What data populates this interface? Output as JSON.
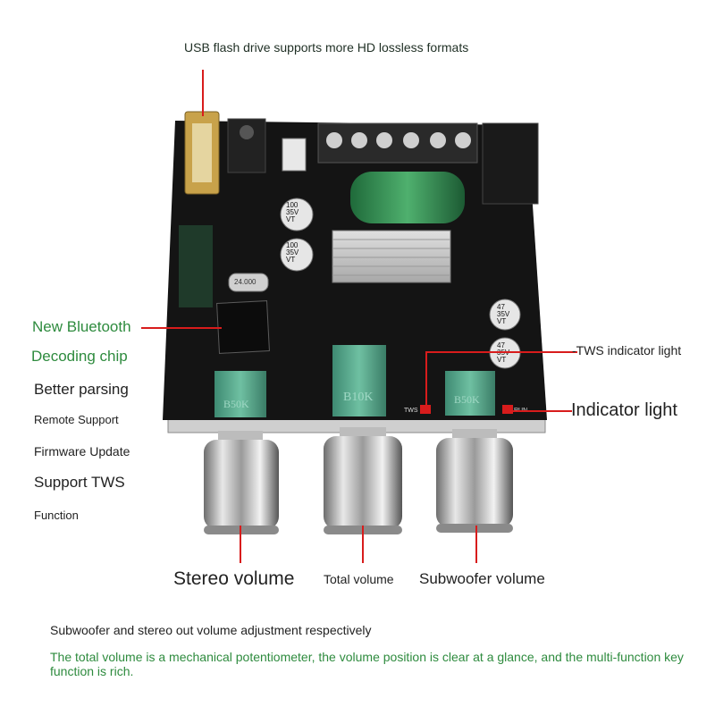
{
  "labels": {
    "usb": "USB flash drive supports more HD lossless formats",
    "new_bluetooth": "New Bluetooth",
    "decoding_chip": "Decoding chip",
    "better_parsing": "Better parsing",
    "remote_support": "Remote Support",
    "firmware_update": "Firmware Update",
    "support_tws": "Support TWS",
    "function": "Function",
    "tws_indicator": "-TWS indicator light",
    "indicator_light": "Indicator light",
    "stereo_volume": "Stereo volume",
    "total_volume": "Total volume",
    "subwoofer_volume": "Subwoofer volume"
  },
  "board": {
    "cap1": "100\n35V\nVT",
    "cap2": "100\n35V\nVT",
    "cap3": "47\n35V\nVT",
    "cap4": "47\n35V\nVT",
    "crystal": "24.000",
    "pot_left": "B50K",
    "pot_mid": "B10K",
    "pot_right": "B50K",
    "tws_mark": "TWS",
    "run_mark": "RUN"
  },
  "captions": {
    "line1": "Subwoofer and stereo out volume adjustment respectively",
    "line2": "The total volume is a mechanical potentiometer, the volume position is clear at a glance, and the multi-function key function is rich."
  },
  "colors": {
    "accent_green": "#2e8b3e",
    "pointer_red": "#d81c1c",
    "pcb": "#141414",
    "pot_teal": "#5aa88e"
  }
}
